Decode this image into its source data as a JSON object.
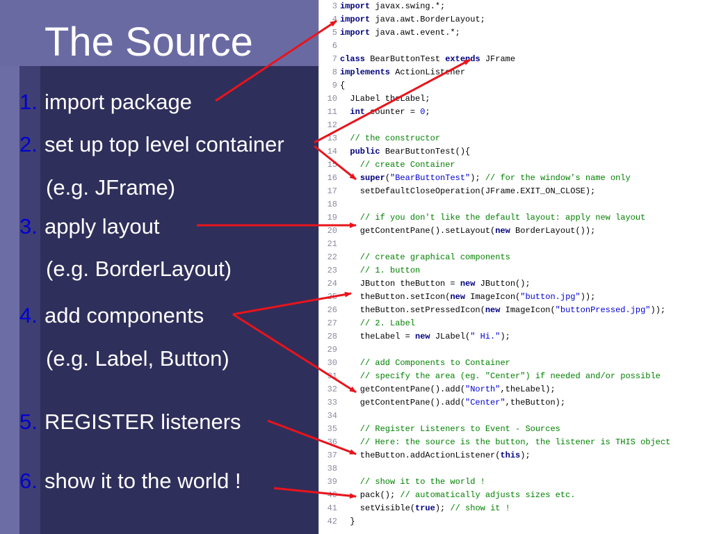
{
  "title": "The Source",
  "bullets": [
    {
      "num": "1.",
      "text": "import package",
      "sub": ""
    },
    {
      "num": "2.",
      "text": "set up top level container",
      "sub": "(e.g. JFrame)"
    },
    {
      "num": "3.",
      "text": "apply layout",
      "sub": "(e.g. BorderLayout)"
    },
    {
      "num": "4.",
      "text": "add components",
      "sub": "(e.g. Label, Button)"
    },
    {
      "num": "5.",
      "text": "REGISTER listeners",
      "sub": ""
    },
    {
      "num": "6.",
      "text": "show it to the world !",
      "sub": ""
    }
  ],
  "code": {
    "lines": [
      {
        "n": "3",
        "tokens": [
          [
            "kw",
            "import"
          ],
          [
            "plain",
            " javax.swing.*;"
          ]
        ]
      },
      {
        "n": "4",
        "tokens": [
          [
            "kw",
            "import"
          ],
          [
            "plain",
            " java.awt.BorderLayout;"
          ]
        ]
      },
      {
        "n": "5",
        "tokens": [
          [
            "kw",
            "import"
          ],
          [
            "plain",
            " java.awt.event.*;"
          ]
        ]
      },
      {
        "n": "6",
        "tokens": []
      },
      {
        "n": "7",
        "tokens": [
          [
            "kw",
            "class"
          ],
          [
            "plain",
            " BearButtonTest "
          ],
          [
            "kw",
            "extends"
          ],
          [
            "plain",
            " JFrame"
          ]
        ]
      },
      {
        "n": "8",
        "tokens": [
          [
            "kw",
            "implements"
          ],
          [
            "plain",
            " ActionListener"
          ]
        ]
      },
      {
        "n": "9",
        "tokens": [
          [
            "plain",
            "{"
          ]
        ]
      },
      {
        "n": "10",
        "tokens": [
          [
            "plain",
            "  JLabel theLabel;"
          ]
        ]
      },
      {
        "n": "11",
        "tokens": [
          [
            "plain",
            "  "
          ],
          [
            "kw",
            "int"
          ],
          [
            "plain",
            " counter = "
          ],
          [
            "num",
            "0"
          ],
          [
            "plain",
            ";"
          ]
        ]
      },
      {
        "n": "12",
        "tokens": []
      },
      {
        "n": "13",
        "tokens": [
          [
            "cmt",
            "  // the constructor"
          ]
        ]
      },
      {
        "n": "14",
        "tokens": [
          [
            "plain",
            "  "
          ],
          [
            "kw",
            "public"
          ],
          [
            "plain",
            " BearButtonTest(){"
          ]
        ]
      },
      {
        "n": "15",
        "tokens": [
          [
            "cmt",
            "    // create Container"
          ]
        ]
      },
      {
        "n": "16",
        "tokens": [
          [
            "plain",
            "    "
          ],
          [
            "kw",
            "super"
          ],
          [
            "plain",
            "("
          ],
          [
            "str",
            "\"BearButtonTest\""
          ],
          [
            "plain",
            "); "
          ],
          [
            "cmt",
            "// for the window's name only"
          ]
        ]
      },
      {
        "n": "17",
        "tokens": [
          [
            "plain",
            "    setDefaultCloseOperation(JFrame.EXIT_ON_CLOSE);"
          ]
        ]
      },
      {
        "n": "18",
        "tokens": []
      },
      {
        "n": "19",
        "tokens": [
          [
            "cmt",
            "    // if you don't like the default layout: apply new layout"
          ]
        ]
      },
      {
        "n": "20",
        "tokens": [
          [
            "plain",
            "    getContentPane().setLayout("
          ],
          [
            "kw",
            "new"
          ],
          [
            "plain",
            " BorderLayout());"
          ]
        ]
      },
      {
        "n": "21",
        "tokens": []
      },
      {
        "n": "22",
        "tokens": [
          [
            "cmt",
            "    // create graphical components"
          ]
        ]
      },
      {
        "n": "23",
        "tokens": [
          [
            "cmt",
            "    // 1. button"
          ]
        ]
      },
      {
        "n": "24",
        "tokens": [
          [
            "plain",
            "    JButton theButton = "
          ],
          [
            "kw",
            "new"
          ],
          [
            "plain",
            " JButton();"
          ]
        ]
      },
      {
        "n": "25",
        "tokens": [
          [
            "plain",
            "    theButton.setIcon("
          ],
          [
            "kw",
            "new"
          ],
          [
            "plain",
            " ImageIcon("
          ],
          [
            "str",
            "\"button.jpg\""
          ],
          [
            "plain",
            "));"
          ]
        ]
      },
      {
        "n": "26",
        "tokens": [
          [
            "plain",
            "    theButton.setPressedIcon("
          ],
          [
            "kw",
            "new"
          ],
          [
            "plain",
            " ImageIcon("
          ],
          [
            "str",
            "\"buttonPressed.jpg\""
          ],
          [
            "plain",
            "));"
          ]
        ]
      },
      {
        "n": "27",
        "tokens": [
          [
            "cmt",
            "    // 2. Label"
          ]
        ]
      },
      {
        "n": "28",
        "tokens": [
          [
            "plain",
            "    theLabel = "
          ],
          [
            "kw",
            "new"
          ],
          [
            "plain",
            " JLabel("
          ],
          [
            "str",
            "\" Hi.\""
          ],
          [
            "plain",
            ");"
          ]
        ]
      },
      {
        "n": "29",
        "tokens": []
      },
      {
        "n": "30",
        "tokens": [
          [
            "cmt",
            "    // add Components to Container"
          ]
        ]
      },
      {
        "n": "31",
        "tokens": [
          [
            "cmt",
            "    // specify the area (eg. \"Center\") if needed and/or possible"
          ]
        ]
      },
      {
        "n": "32",
        "tokens": [
          [
            "plain",
            "    getContentPane().add("
          ],
          [
            "str",
            "\"North\""
          ],
          [
            "plain",
            ",theLabel);"
          ]
        ]
      },
      {
        "n": "33",
        "tokens": [
          [
            "plain",
            "    getContentPane().add("
          ],
          [
            "str",
            "\"Center\""
          ],
          [
            "plain",
            ",theButton);"
          ]
        ]
      },
      {
        "n": "34",
        "tokens": []
      },
      {
        "n": "35",
        "tokens": [
          [
            "cmt",
            "    // Register Listeners to Event - Sources"
          ]
        ]
      },
      {
        "n": "36",
        "tokens": [
          [
            "cmt",
            "    // Here: the source is the button, the listener is THIS object"
          ]
        ]
      },
      {
        "n": "37",
        "tokens": [
          [
            "plain",
            "    theButton.addActionListener("
          ],
          [
            "kw",
            "this"
          ],
          [
            "plain",
            ");"
          ]
        ]
      },
      {
        "n": "38",
        "tokens": []
      },
      {
        "n": "39",
        "tokens": [
          [
            "cmt",
            "    // show it to the world !"
          ]
        ]
      },
      {
        "n": "40",
        "tokens": [
          [
            "plain",
            "    pack(); "
          ],
          [
            "cmt",
            "// automatically adjusts sizes etc."
          ]
        ]
      },
      {
        "n": "41",
        "tokens": [
          [
            "plain",
            "    setVisible("
          ],
          [
            "kw",
            "true"
          ],
          [
            "plain",
            "); "
          ],
          [
            "cmt",
            "// show it !"
          ]
        ]
      },
      {
        "n": "42",
        "tokens": [
          [
            "plain",
            "  }"
          ]
        ]
      }
    ]
  },
  "colors": {
    "background": "#2f2f5b",
    "title_bar": "#6a6aa3",
    "arrow": "#e8141c",
    "keyword": "#000080",
    "string": "#0000d0",
    "comment": "#008000"
  }
}
